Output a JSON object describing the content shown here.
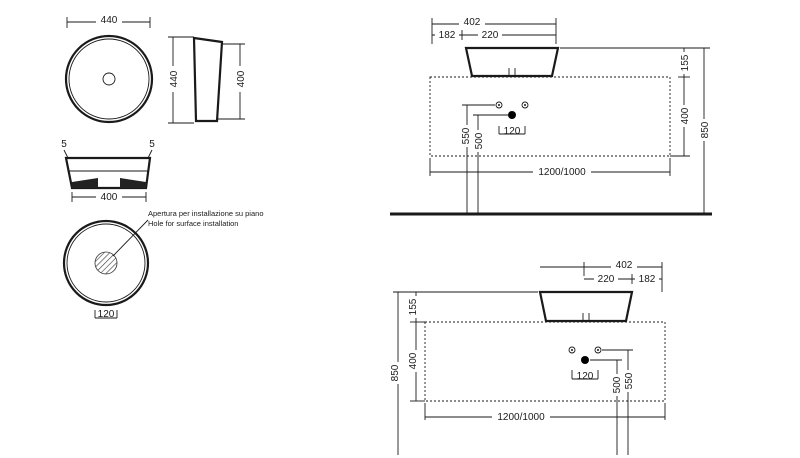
{
  "top_view": {
    "width_label": "440"
  },
  "side_view": {
    "height_outer": "440",
    "height_inner": "400"
  },
  "front_view": {
    "rim_left": "5",
    "rim_right": "5",
    "base_width": "400"
  },
  "bottom_view": {
    "note_it": "Apertura per installazione su piano",
    "note_en": "Hole for surface installation",
    "hole_label": "120"
  },
  "wall_mount_top": {
    "basin_width": "402",
    "offset_left": "182",
    "offset_right": "220",
    "basin_height": "155",
    "cabinet_height": "400",
    "total_height": "850",
    "cabinet_width": "1200/1000",
    "drain_height_1": "550",
    "drain_height_2": "500",
    "drain_spacing": "120"
  },
  "wall_mount_bottom": {
    "basin_width": "402",
    "offset_left": "220",
    "offset_right": "182",
    "basin_height": "155",
    "cabinet_height": "400",
    "total_height": "850",
    "cabinet_width": "1200/1000",
    "drain_height_1": "500",
    "drain_height_2": "550",
    "drain_spacing": "120"
  }
}
